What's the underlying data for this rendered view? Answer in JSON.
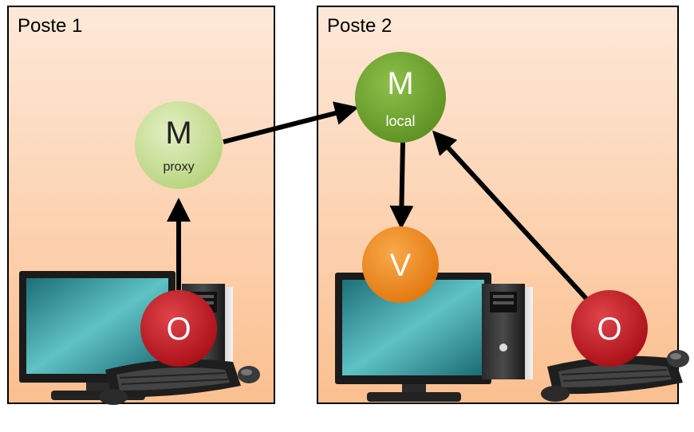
{
  "colors": {
    "box_top": "#fde9d9",
    "box_bottom": "#fbbf8f",
    "model_proxy": "#c5dd93",
    "model_local": "#6fa22e",
    "view": "#f0861d",
    "controller": "#c0141c",
    "arrow": "#000000"
  },
  "postes": [
    {
      "title": "Poste 1"
    },
    {
      "title": "Poste 2"
    }
  ],
  "nodes": {
    "model_proxy": {
      "letter": "M",
      "sub": "proxy"
    },
    "model_local": {
      "letter": "M",
      "sub": "local"
    },
    "view": {
      "letter": "V"
    },
    "controller_1": {
      "letter": "O"
    },
    "controller_2": {
      "letter": "O"
    }
  },
  "icons": [
    "monitor-icon",
    "tower-pc-icon",
    "keyboard-icon",
    "mouse-icon"
  ]
}
